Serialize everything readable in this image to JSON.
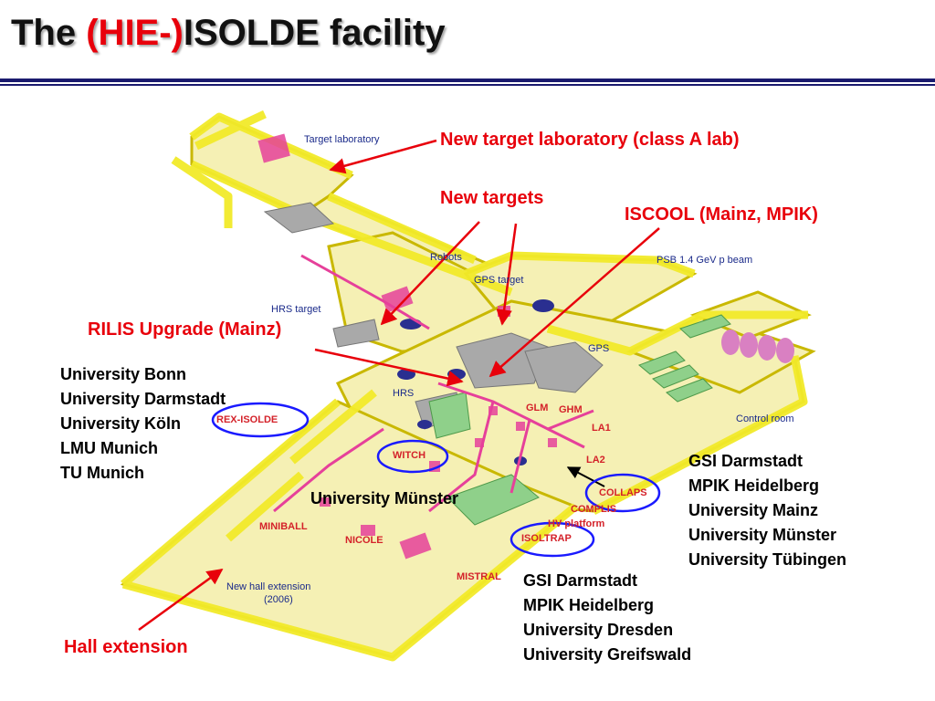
{
  "title": {
    "prefix": "The ",
    "accent": "(HIE-)",
    "suffix": "ISOLDE facility"
  },
  "colors": {
    "accent": "#e8000b",
    "rule": "#1a1a6e",
    "floor": "#f5f0b4",
    "walls": "#f2ea2a",
    "map_text": "#1a2a8a",
    "exp_text": "#d4222a",
    "highlight_ring": "#1a1aff"
  },
  "callouts": {
    "target_lab": "New target laboratory (class A lab)",
    "new_targets": "New targets",
    "iscool": "ISCOOL (Mainz, MPIK)",
    "rilis": "RILIS Upgrade (Mainz)",
    "hall_extension": "Hall extension"
  },
  "collaborations": {
    "rex_isolde": [
      "University Bonn",
      "University Darmstadt",
      "University Köln",
      "LMU Munich",
      "TU Munich"
    ],
    "witch": "University Münster",
    "collaps": [
      "GSI Darmstadt",
      "MPIK Heidelberg",
      "University Mainz",
      "University Münster",
      "University Tübingen"
    ],
    "isoltrap": [
      "GSI Darmstadt",
      "MPIK Heidelberg",
      "University Dresden",
      "University Greifswald"
    ]
  },
  "map_labels": {
    "target_laboratory": "Target laboratory",
    "robots": "Robots",
    "gps_target": "GPS target",
    "psb_beam": "PSB 1.4 GeV p beam",
    "hrs_target": "HRS target",
    "gps": "GPS",
    "hrs": "HRS",
    "glm": "GLM",
    "ghm": "GHM",
    "la1": "LA1",
    "la2": "LA2",
    "control_room": "Control room",
    "rex_isolde": "REX-ISOLDE",
    "witch": "WITCH",
    "collaps": "COLLAPS",
    "complis": "COMPLIS",
    "hv_platform": "HV platform",
    "isoltrap": "ISOLTRAP",
    "miniball": "MINIBALL",
    "nicole": "NICOLE",
    "mistral": "MISTRAL",
    "new_hall_extension": "New hall extension",
    "new_hall_year": "(2006)"
  }
}
